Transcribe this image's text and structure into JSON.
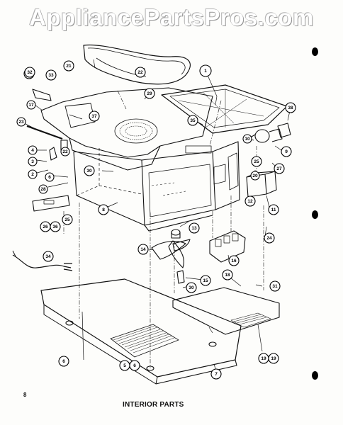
{
  "watermark": "AppliancePartsPros.com",
  "page_number": "8",
  "caption": "INTERIOR PARTS",
  "callouts": [
    {
      "id": "c1",
      "label": "1"
    },
    {
      "id": "c2",
      "label": "2"
    },
    {
      "id": "c3",
      "label": "3"
    },
    {
      "id": "c4",
      "label": "4"
    },
    {
      "id": "c5",
      "label": "5"
    },
    {
      "id": "c6",
      "label": "6"
    },
    {
      "id": "c7",
      "label": "7"
    },
    {
      "id": "c8",
      "label": "8"
    },
    {
      "id": "c9",
      "label": "9"
    },
    {
      "id": "c10",
      "label": "10"
    },
    {
      "id": "c11",
      "label": "11"
    },
    {
      "id": "c12",
      "label": "12"
    },
    {
      "id": "c13",
      "label": "13"
    },
    {
      "id": "c14",
      "label": "14"
    },
    {
      "id": "c15",
      "label": "15"
    },
    {
      "id": "c16",
      "label": "16"
    },
    {
      "id": "c17",
      "label": "17"
    },
    {
      "id": "c18",
      "label": "18"
    },
    {
      "id": "c19",
      "label": "19"
    },
    {
      "id": "c20",
      "label": "20"
    },
    {
      "id": "c21",
      "label": "21"
    },
    {
      "id": "c22a",
      "label": "22"
    },
    {
      "id": "c22b",
      "label": "22"
    },
    {
      "id": "c22c",
      "label": "22"
    },
    {
      "id": "c23",
      "label": "23"
    },
    {
      "id": "c24",
      "label": "24"
    },
    {
      "id": "c25a",
      "label": "25"
    },
    {
      "id": "c25b",
      "label": "25"
    },
    {
      "id": "c26",
      "label": "26"
    },
    {
      "id": "c27",
      "label": "27"
    },
    {
      "id": "c28",
      "label": "28"
    },
    {
      "id": "c29",
      "label": "29"
    },
    {
      "id": "c30a",
      "label": "30"
    },
    {
      "id": "c30b",
      "label": "30"
    },
    {
      "id": "c31",
      "label": "31"
    },
    {
      "id": "c32",
      "label": "32"
    },
    {
      "id": "c33",
      "label": "33"
    },
    {
      "id": "c34",
      "label": "34"
    },
    {
      "id": "c35",
      "label": "35"
    },
    {
      "id": "c36",
      "label": "36"
    },
    {
      "id": "c37",
      "label": "37"
    },
    {
      "id": "c38",
      "label": "38"
    },
    {
      "id": "c6b",
      "label": "6"
    },
    {
      "id": "c6c",
      "label": "6"
    },
    {
      "id": "c19b",
      "label": "19"
    }
  ]
}
